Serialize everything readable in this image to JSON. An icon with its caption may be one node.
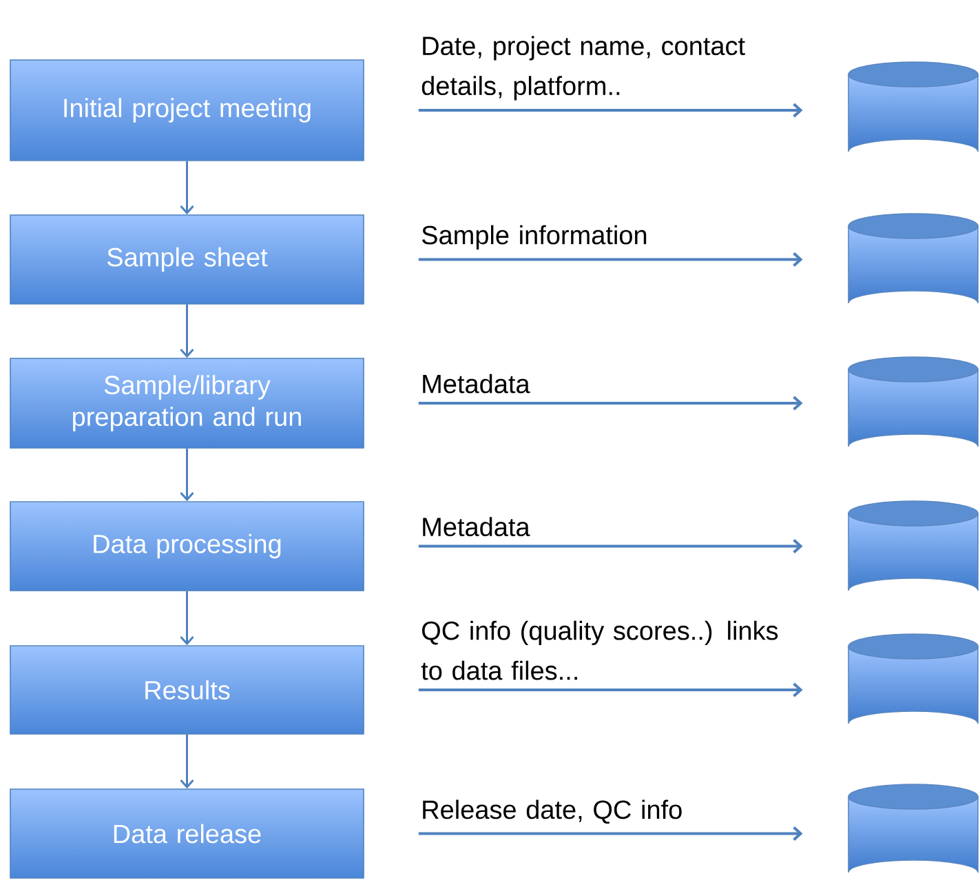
{
  "diagram": {
    "nodes": [
      {
        "text": [
          "Initial project meeting"
        ]
      },
      {
        "text": [
          "Sample sheet"
        ]
      },
      {
        "text": [
          "Sample/library preparation and run"
        ]
      },
      {
        "text": [
          "Data processing"
        ]
      },
      {
        "text": [
          "Results"
        ]
      },
      {
        "text": [
          "Data release"
        ]
      },
      {
        "text": [],
        "shape": "cylinder"
      },
      {
        "text": [],
        "shape": "cylinder"
      },
      {
        "text": [],
        "shape": "cylinder"
      },
      {
        "text": [],
        "shape": "cylinder"
      },
      {
        "text": [],
        "shape": "cylinder"
      },
      {
        "text": [],
        "shape": "cylinder"
      }
    ],
    "edges": [
      {
        "from": 0,
        "to": 1,
        "arrow": "to"
      },
      {
        "from": 1,
        "to": 2,
        "arrow": "to"
      },
      {
        "from": 2,
        "to": 3,
        "arrow": "to"
      },
      {
        "from": 3,
        "to": 4,
        "arrow": "to"
      },
      {
        "from": 4,
        "to": 5,
        "arrow": "to"
      },
      {
        "from": 0,
        "to": 6,
        "arrow": "to",
        "label": "Date, project name, contact details, platform.."
      },
      {
        "from": 1,
        "to": 7,
        "arrow": "to",
        "label": "Sample information"
      },
      {
        "from": 2,
        "to": 8,
        "arrow": "to",
        "label": "Metadata"
      },
      {
        "from": 3,
        "to": 9,
        "arrow": "to",
        "label": "Metadata"
      },
      {
        "from": 4,
        "to": 10,
        "arrow": "to",
        "label": "QC info (quality scores..) links to data files..."
      },
      {
        "from": 5,
        "to": 11,
        "arrow": "to",
        "label": "Release date, QC info"
      }
    ]
  }
}
